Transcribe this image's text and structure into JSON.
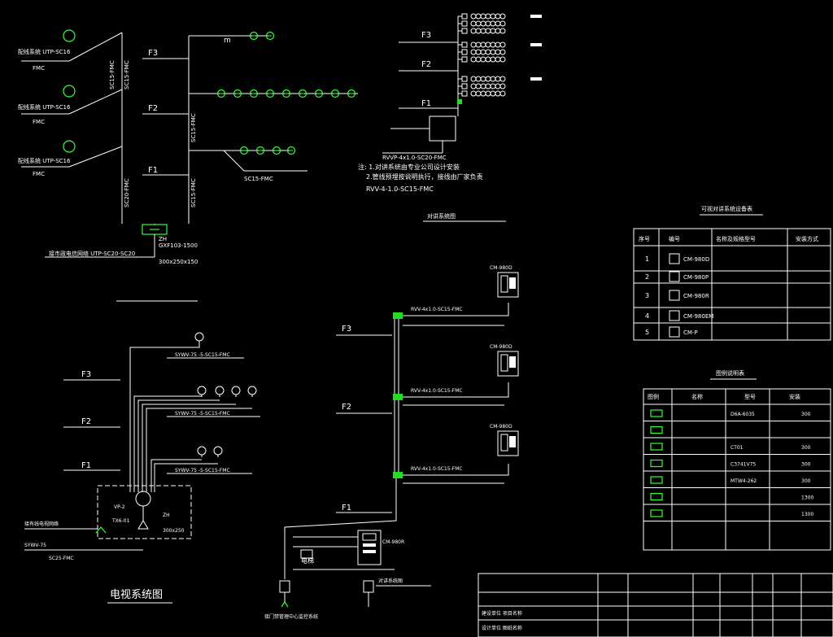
{
  "floors": {
    "top": [
      "F3",
      "F2",
      "F1"
    ],
    "intercom": [
      "F3",
      "F2",
      "F1"
    ],
    "mid": [
      "F3",
      "F2",
      "F1"
    ],
    "tv": [
      "F3",
      "F2",
      "F1"
    ]
  },
  "labels": {
    "m": "m",
    "sc15": "SC15-FMC",
    "sc20": "SC20-FMC",
    "fmc": "FMC",
    "zh": "ZH",
    "tv_title": "电视系统图",
    "elevator": "电梯",
    "col_series": "序号",
    "col_code": "编号"
  },
  "table_equipment": {
    "rows": [
      {
        "no": "1",
        "code": "CM-980D"
      },
      {
        "no": "2",
        "code": "CM-980P"
      },
      {
        "no": "3",
        "code": "CM-980R"
      },
      {
        "no": "4",
        "code": "CM-980EM"
      },
      {
        "no": "5",
        "code": "CM-P"
      }
    ]
  },
  "table_legend": {
    "rows": [
      {
        "code": "D6A-6035",
        "qty": "300"
      },
      {
        "code": "",
        "qty": ""
      },
      {
        "code": "CT01",
        "qty": "300"
      },
      {
        "code": "C3741V75",
        "qty": "300"
      },
      {
        "code": "MTW4-262",
        "qty": "300"
      },
      {
        "code": "",
        "qty": "1300"
      },
      {
        "code": "",
        "qty": "1300"
      }
    ]
  },
  "devices": [
    "CM-980D",
    "CM-980D",
    "CM-980D",
    "CM-980R"
  ]
}
